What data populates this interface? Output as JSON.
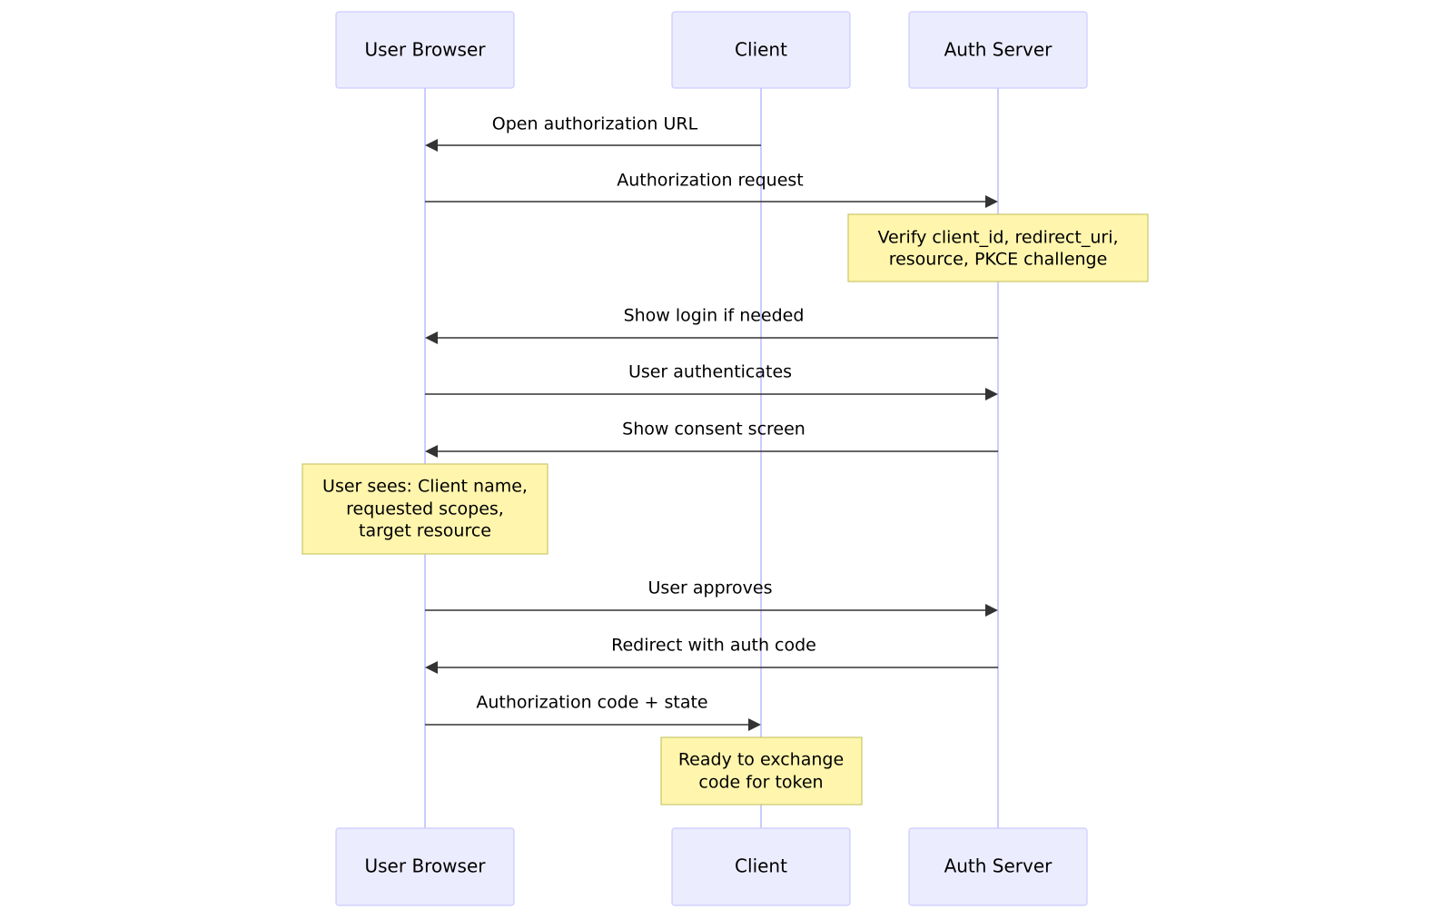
{
  "diagram": {
    "actors": [
      {
        "id": "browser",
        "label": "User Browser"
      },
      {
        "id": "client",
        "label": "Client"
      },
      {
        "id": "auth",
        "label": "Auth Server"
      }
    ],
    "messages": [
      {
        "from": "client",
        "to": "browser",
        "label": "Open authorization URL"
      },
      {
        "from": "browser",
        "to": "auth",
        "label": "Authorization request"
      },
      {
        "from": "auth",
        "to": "browser",
        "label": "Show login if needed"
      },
      {
        "from": "browser",
        "to": "auth",
        "label": "User authenticates"
      },
      {
        "from": "auth",
        "to": "browser",
        "label": "Show consent screen"
      },
      {
        "from": "browser",
        "to": "auth",
        "label": "User approves"
      },
      {
        "from": "auth",
        "to": "browser",
        "label": "Redirect with auth code"
      },
      {
        "from": "browser",
        "to": "client",
        "label": "Authorization code + state"
      }
    ],
    "notes": [
      {
        "over": "auth",
        "lines": [
          "Verify client_id, redirect_uri,",
          "resource, PKCE challenge"
        ]
      },
      {
        "over": "browser",
        "lines": [
          "User sees: Client name,",
          "requested scopes,",
          "target resource"
        ]
      },
      {
        "over": "client",
        "lines": [
          "Ready to exchange",
          "code for token"
        ]
      }
    ],
    "colors": {
      "actor_fill": "#ECECFF",
      "actor_border": "#CCCCFF",
      "lifeline": "#CCCCFF",
      "message_line": "#333333",
      "note_fill": "#FFF5AD",
      "note_border": "#C9C96A"
    }
  }
}
